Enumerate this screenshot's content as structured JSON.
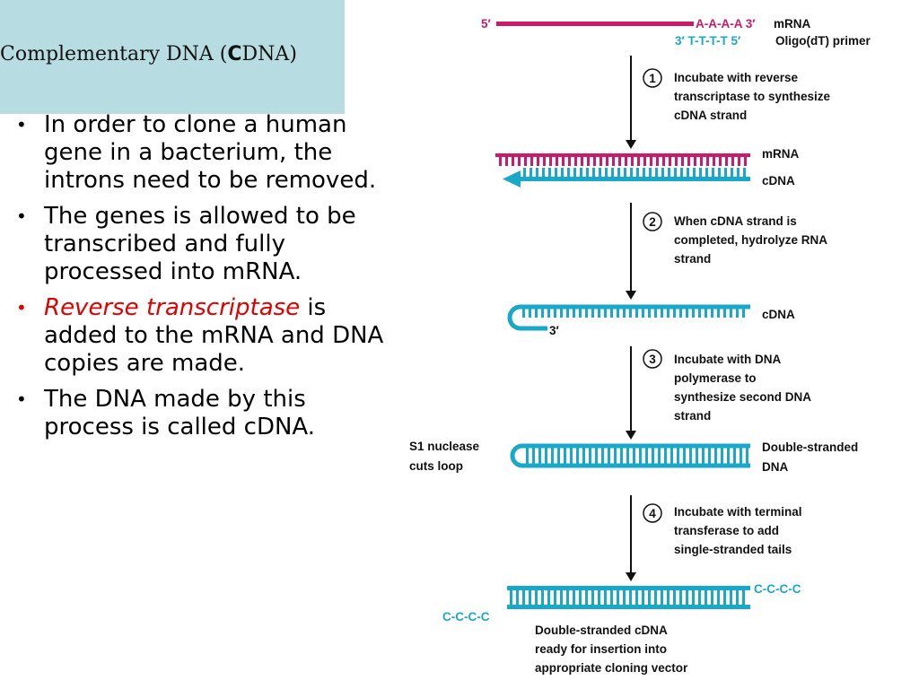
{
  "title": {
    "prefix": "Complementary DNA (",
    "highlight": "C",
    "suffix": "DNA)"
  },
  "bullets": [
    {
      "text": "In order to clone a human gene in a bacterium, the introns need to be removed."
    },
    {
      "text": "The genes is allowed to be transcribed and fully processed into mRNA."
    },
    {
      "highlight": "Reverse transcriptase",
      "text": " is added to the mRNA and DNA copies are made."
    },
    {
      "text": "The DNA made by this process is called cDNA."
    }
  ],
  "diagram": {
    "top": {
      "five_prime": "5′",
      "poly_a": "A-A-A-A 3′",
      "mrna_label": "mRNA",
      "oligo_seq": "3′ T-T-T-T 5′",
      "primer_label": "Oligo(dT) primer"
    },
    "steps": [
      {
        "num": "1",
        "lines": [
          "Incubate with reverse",
          "transcriptase to synthesize",
          "cDNA strand"
        ]
      },
      {
        "num": "2",
        "lines": [
          "When cDNA strand is",
          "completed, hydrolyze RNA",
          "strand"
        ]
      },
      {
        "num": "3",
        "lines": [
          "Incubate with DNA",
          "polymerase to",
          "synthesize second DNA",
          "strand"
        ]
      },
      {
        "num": "4",
        "lines": [
          "Incubate with terminal",
          "transferase to add",
          "single-stranded tails"
        ]
      }
    ],
    "hybrid": {
      "mrna_label": "mRNA",
      "cdna_label": "cDNA"
    },
    "hairpin": {
      "cdna_label": "cDNA",
      "three_prime": "3′"
    },
    "double": {
      "left_lines": [
        "S1 nuclease",
        "cuts loop"
      ],
      "right_lines": [
        "Double-stranded",
        "DNA"
      ]
    },
    "final": {
      "tail_right": "C-C-C-C",
      "tail_left": "C-C-C-C",
      "caption": [
        "Double-stranded cDNA",
        "ready for insertion into",
        "appropriate cloning vector"
      ]
    }
  },
  "colors": {
    "magenta": "#cc1a6b",
    "cyan": "#1aa8c8",
    "title_bg": "#b7dde2",
    "highlight_red": "#e00000"
  }
}
